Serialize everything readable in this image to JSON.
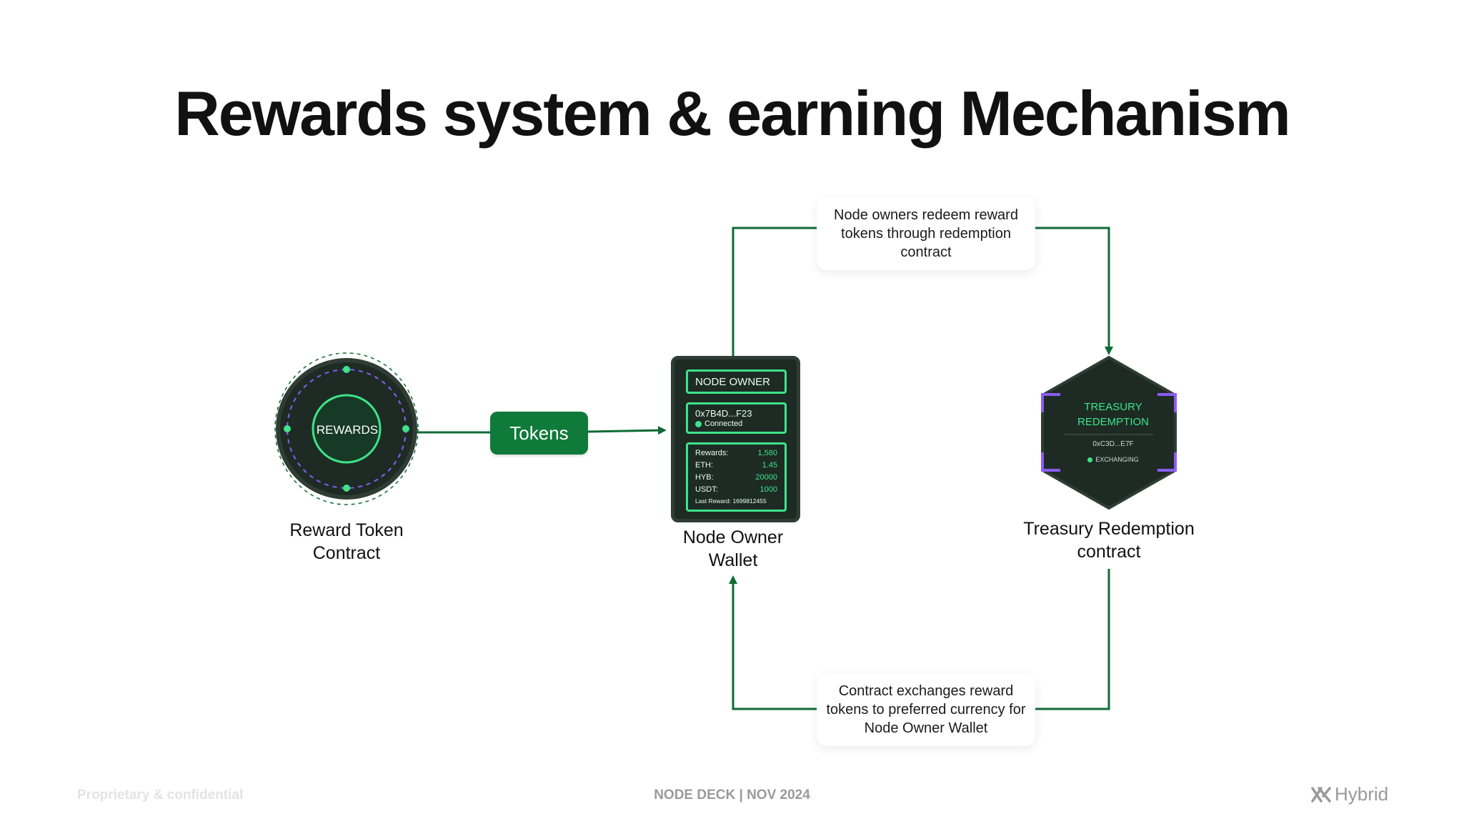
{
  "title": "Rewards system & earning Mechanism",
  "nodes": {
    "reward_token": {
      "badge": "REWARDS",
      "label_line1": "Reward Token",
      "label_line2": "Contract"
    },
    "wallet": {
      "header": "NODE OWNER",
      "address": "0x7B4D...F23",
      "status": "Connected",
      "balances": [
        {
          "name": "Rewards:",
          "value": "1,580"
        },
        {
          "name": "ETH:",
          "value": "1.45"
        },
        {
          "name": "HYB:",
          "value": "20000"
        },
        {
          "name": "USDT:",
          "value": "1000"
        }
      ],
      "last_reward": "Last Reward: 1699812455",
      "label_line1": "Node Owner",
      "label_line2": "Wallet"
    },
    "treasury": {
      "title_line1": "TREASURY",
      "title_line2": "REDEMPTION",
      "address": "0xC3D...E7F",
      "status": "EXCHANGING",
      "label_line1": "Treasury Redemption",
      "label_line2": "contract"
    }
  },
  "edges": {
    "tokens_label": "Tokens",
    "top_callout": "Node owners redeem reward tokens through redemption contract",
    "bottom_callout": "Contract exchanges reward tokens to preferred currency for Node Owner Wallet"
  },
  "footer": {
    "left": "Proprietary & confidential",
    "center": "NODE DECK | NOV 2024",
    "brand": "Hybrid"
  },
  "colors": {
    "edge": "#0f6b35",
    "accent_green": "#3ee38a",
    "dark_node": "#1d2b24",
    "purple": "#8b5cf6"
  }
}
